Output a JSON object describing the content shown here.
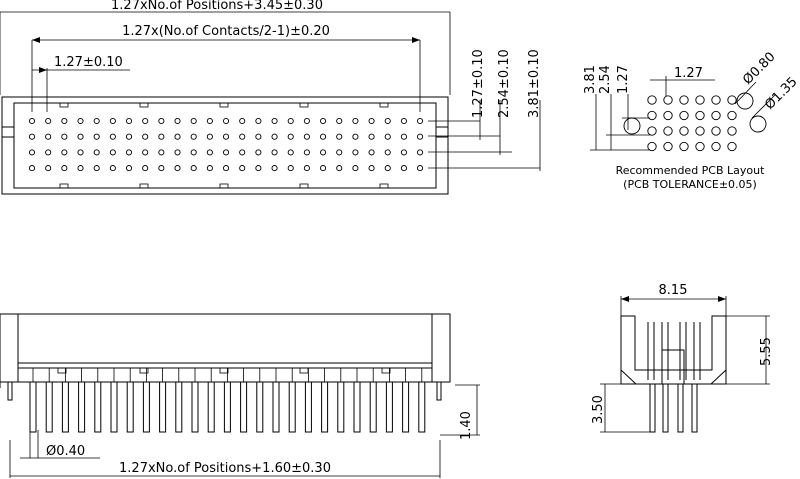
{
  "top_view": {
    "dim_total_width": "1.27xNo.of  Positions+3.45±0.30",
    "dim_contacts": "1.27x(No.of  Contacts/2-1)±0.20",
    "dim_pitch": "1.27±0.10",
    "dim_row1": "1.27±0.10",
    "dim_row2": "2.54±0.10",
    "dim_row3": "3.81±0.10",
    "rows": 4,
    "columns": 25
  },
  "pcb_layout": {
    "dim_381": "3.81",
    "dim_254": "2.54",
    "dim_127_v": "1.27",
    "dim_127_h": "1.27",
    "dim_hole_080": "Ø0.80",
    "dim_hole_135": "Ø1.35",
    "title": "Recommended PCB Layout",
    "tolerance": "(PCB TOLERANCE±0.05)"
  },
  "front_view": {
    "dim_pin_dia": "Ø0.40",
    "dim_pin_len": "1.40",
    "dim_bottom": "1.27xNo.of  Positions+1.60±0.30"
  },
  "side_view": {
    "dim_width": "8.15",
    "dim_height": "5.55",
    "dim_tail": "3.50"
  }
}
